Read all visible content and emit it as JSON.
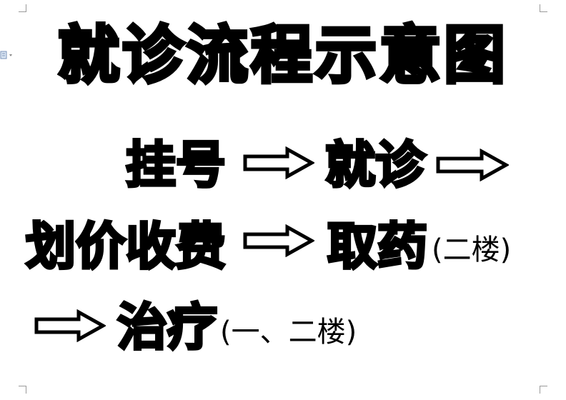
{
  "title": "就诊流程示意图",
  "steps": {
    "register": "挂号",
    "consult": "就诊",
    "payment": "划价收费",
    "pharmacy": "取药",
    "pharmacy_note": "(二楼)",
    "treatment": "治疗",
    "treatment_note": "(一、二楼)"
  }
}
